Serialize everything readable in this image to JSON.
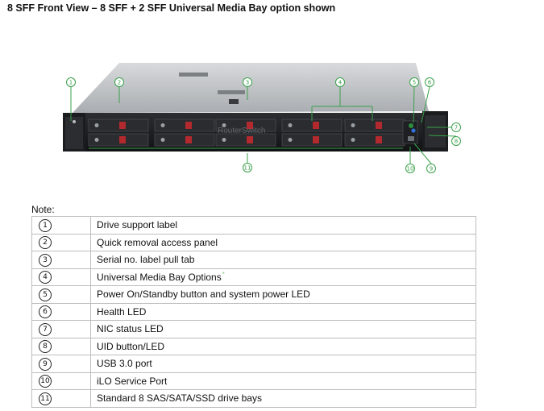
{
  "title": "8 SFF Front View – 8 SFF + 2 SFF Universal Media Bay option shown",
  "watermark": "RouterSwitch",
  "figure": {
    "callouts": [
      "1",
      "2",
      "3",
      "4",
      "5",
      "6",
      "7",
      "8",
      "9",
      "10",
      "11"
    ],
    "accent_color": "#3aa04a"
  },
  "note_label": "Note:",
  "legend": [
    {
      "num": "1",
      "text": "Drive support label"
    },
    {
      "num": "2",
      "text": "Quick removal access panel"
    },
    {
      "num": "3",
      "text": "Serial no. label pull tab"
    },
    {
      "num": "4",
      "text": "Universal Media Bay Options",
      "superscript": "*"
    },
    {
      "num": "5",
      "text": "Power On/Standby button and system power LED"
    },
    {
      "num": "6",
      "text": "Health LED"
    },
    {
      "num": "7",
      "text": "NIC status LED"
    },
    {
      "num": "8",
      "text": "UID button/LED"
    },
    {
      "num": "9",
      "text": "USB 3.0 port"
    },
    {
      "num": "10",
      "text": "iLO Service Port"
    },
    {
      "num": "11",
      "text": "Standard 8 SAS/SATA/SSD drive bays"
    }
  ]
}
